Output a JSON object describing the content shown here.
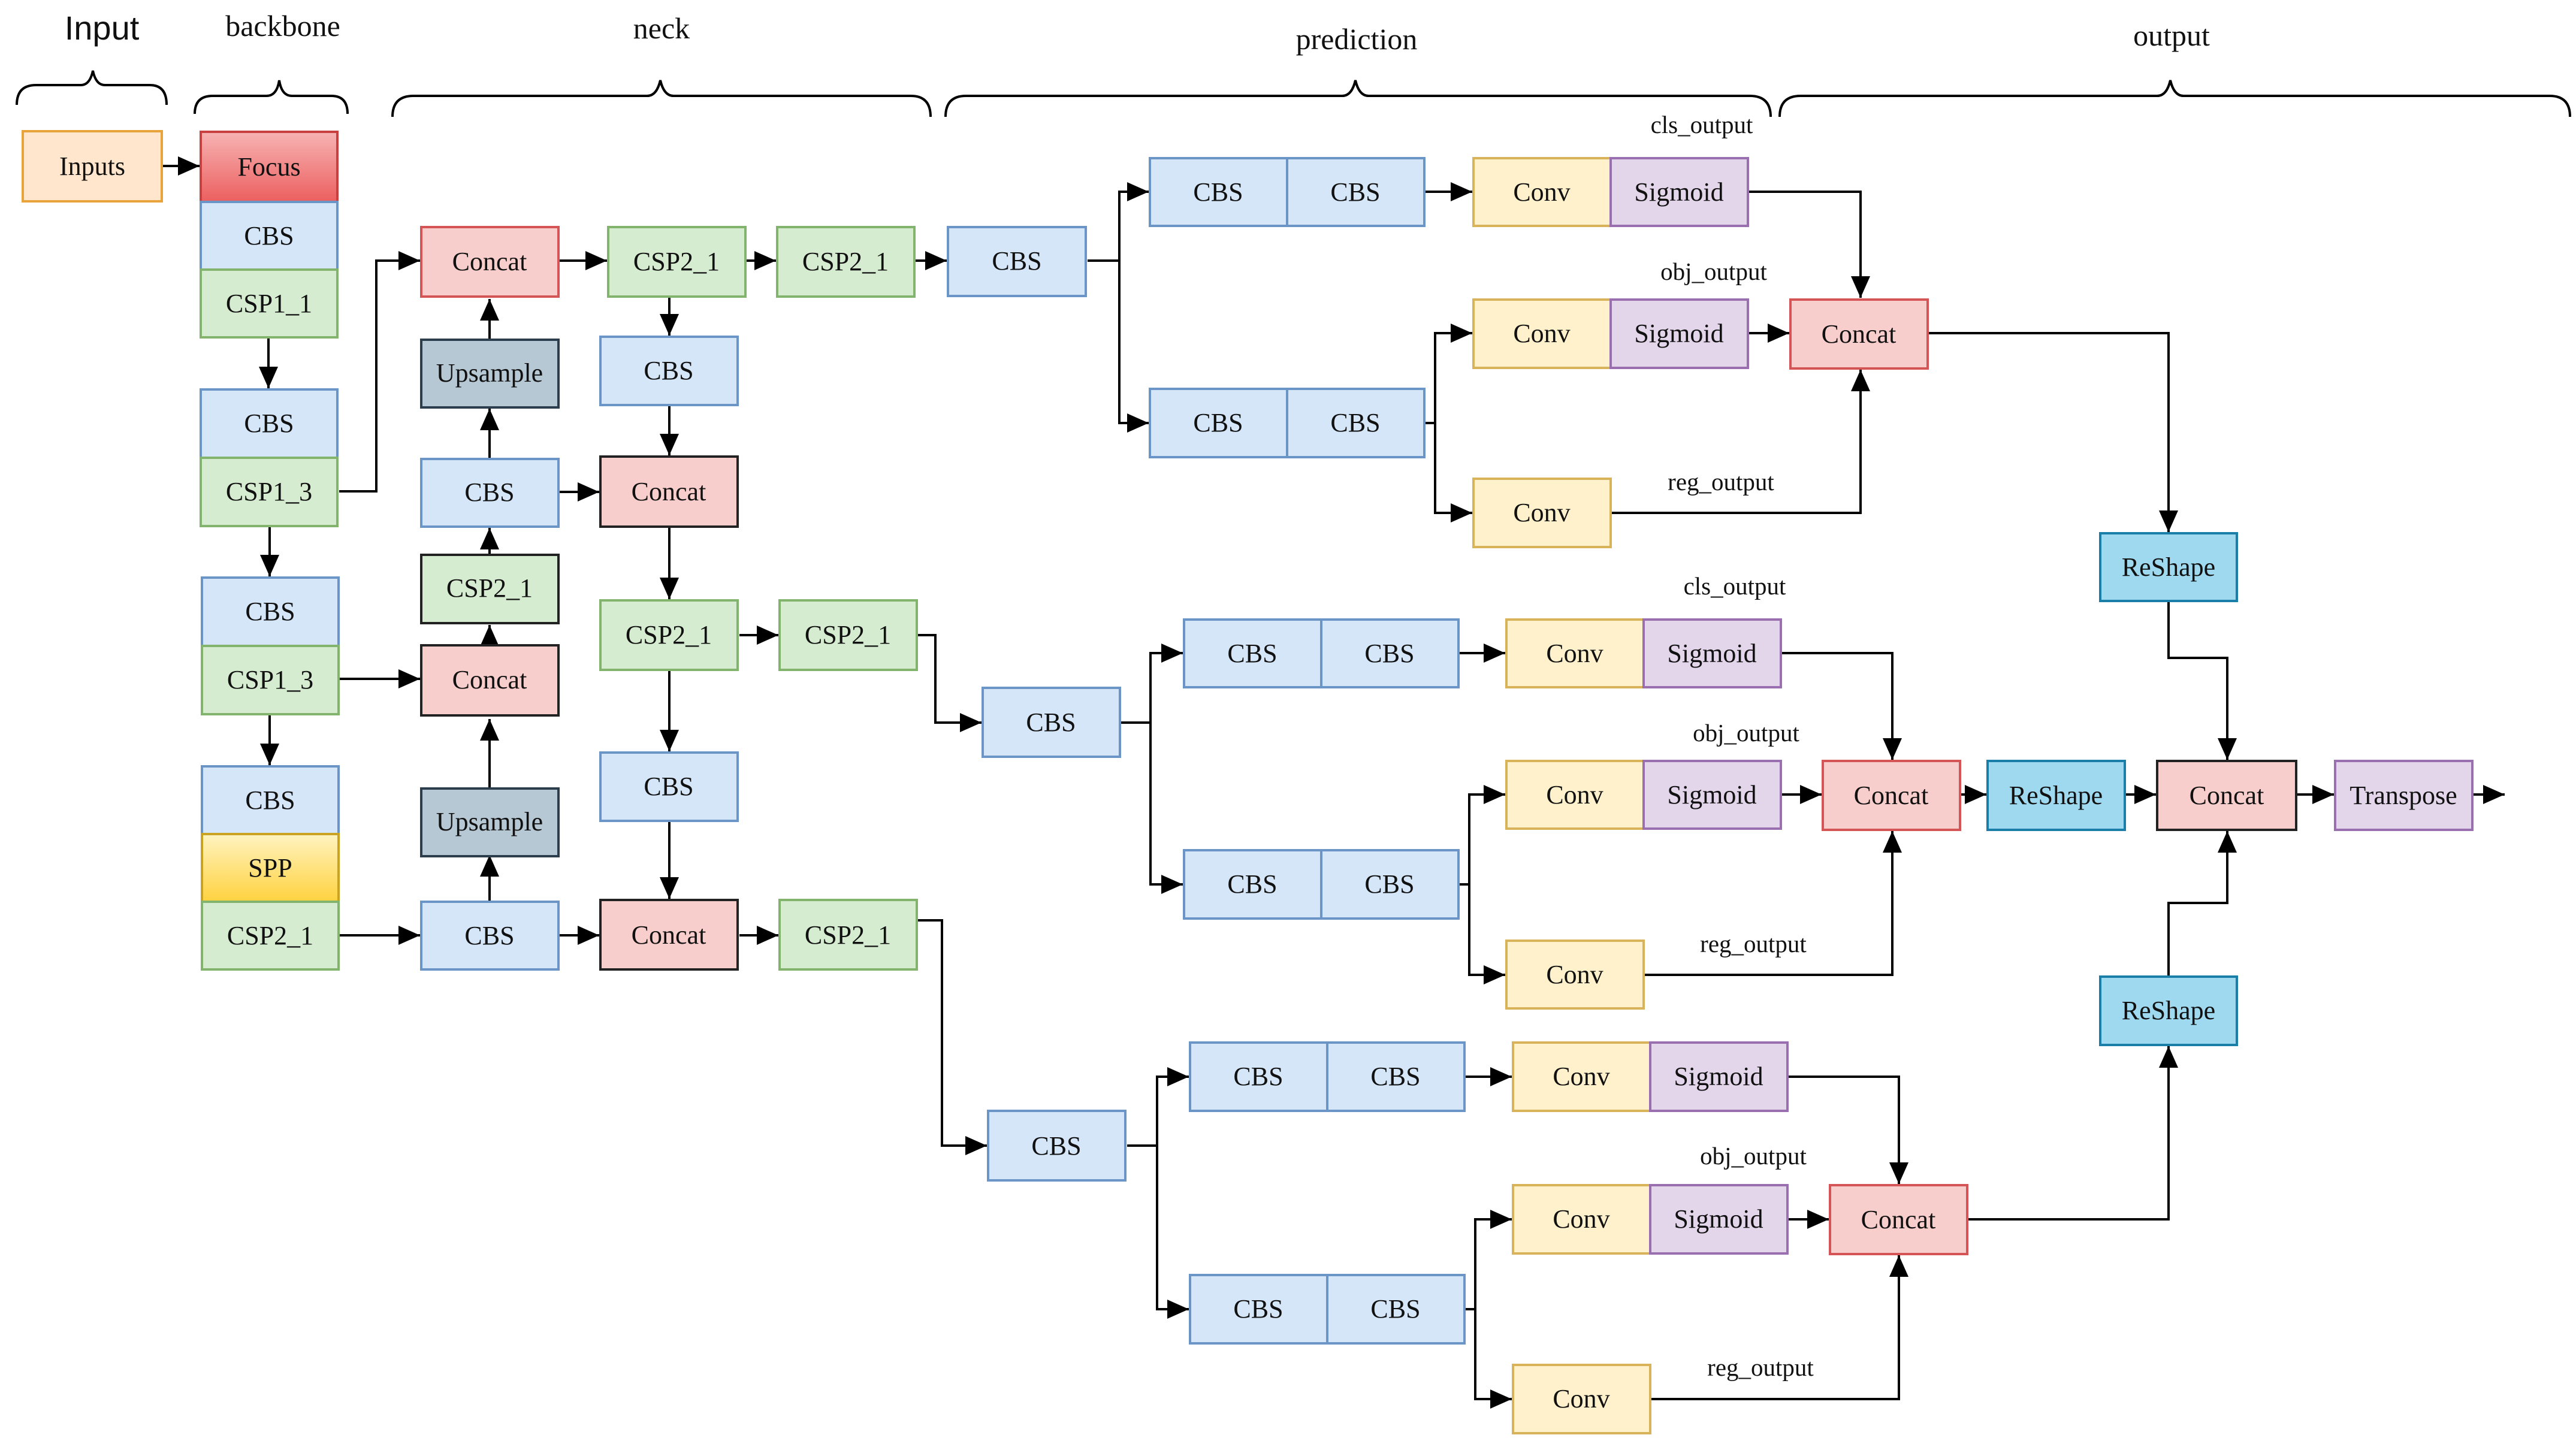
{
  "colors": {
    "input": {
      "fill": "#ffe6cc",
      "stroke": "#e8a33a"
    },
    "focus": {
      "fill": "#f27c7c",
      "stroke": "#c94040",
      "gradient_top": "#f7b3b3",
      "gradient_bottom": "#ec5f5f"
    },
    "cbs": {
      "fill": "#d4e6f8",
      "stroke": "#6c95c7"
    },
    "csp": {
      "fill": "#d5ecd0",
      "stroke": "#82b46d"
    },
    "concat": {
      "fill": "#f8cecc",
      "stroke": "#d55556"
    },
    "concat_dark": {
      "fill": "#f8cecc",
      "stroke": "#222222"
    },
    "upsample": {
      "fill": "#b6c8d4",
      "stroke": "#2c3e4d"
    },
    "spp": {
      "fill": "#ffe070",
      "stroke": "#c9a321",
      "gradient_top": "#fff3c0",
      "gradient_bottom": "#ffd23f"
    },
    "conv": {
      "fill": "#fff1cc",
      "stroke": "#d9b35a"
    },
    "sigmoid": {
      "fill": "#e3d5ea",
      "stroke": "#9a6fb0"
    },
    "reshape": {
      "fill": "#9fd9ef",
      "stroke": "#1a7fa8"
    },
    "transpose": {
      "fill": "#e3d5ea",
      "stroke": "#9a6fb0"
    }
  },
  "sections": [
    {
      "key": "input",
      "label": "Input",
      "font": "sans"
    },
    {
      "key": "backbone",
      "label": "backbone",
      "font": "serif"
    },
    {
      "key": "neck",
      "label": "neck",
      "font": "serif"
    },
    {
      "key": "prediction",
      "label": "prediction",
      "font": "serif"
    },
    {
      "key": "output",
      "label": "output",
      "font": "serif"
    }
  ],
  "input": {
    "inputs": "Inputs"
  },
  "backbone": {
    "focus": "Focus",
    "cbs1": "CBS",
    "csp1_1": "CSP1_1",
    "cbs2": "CBS",
    "csp1_3a": "CSP1_3",
    "cbs3": "CBS",
    "csp1_3b": "CSP1_3",
    "cbs4": "CBS",
    "spp": "SPP",
    "csp2_1": "CSP2_1"
  },
  "neck": {
    "concat_top": "Concat",
    "upsample_top": "Upsample",
    "cbs_left_top": "CBS",
    "csp2_1_left": "CSP2_1",
    "concat_mid_left": "Concat",
    "upsample_bottom": "Upsample",
    "cbs_left_bottom": "CBS",
    "csp2_1_top": "CSP2_1",
    "csp2_1_top2": "CSP2_1",
    "cbs_mid_top": "CBS",
    "concat_mid": "Concat",
    "csp2_1_mid": "CSP2_1",
    "csp2_1_mid2": "CSP2_1",
    "cbs_mid_bottom": "CBS",
    "concat_bottom": "Concat",
    "csp2_1_bottom": "CSP2_1"
  },
  "heads": [
    {
      "cbs_in": "CBS",
      "cls_cbs": [
        "CBS",
        "CBS"
      ],
      "reg_cbs": [
        "CBS",
        "CBS"
      ],
      "cls_conv": "Conv",
      "cls_sigmoid": "Sigmoid",
      "obj_conv": "Conv",
      "obj_sigmoid": "Sigmoid",
      "reg_conv": "Conv",
      "concat": "Concat",
      "cls_label": "cls_output",
      "obj_label": "obj_output",
      "reg_label": "reg_output"
    },
    {
      "cbs_in": "CBS",
      "cls_cbs": [
        "CBS",
        "CBS"
      ],
      "reg_cbs": [
        "CBS",
        "CBS"
      ],
      "cls_conv": "Conv",
      "cls_sigmoid": "Sigmoid",
      "obj_conv": "Conv",
      "obj_sigmoid": "Sigmoid",
      "reg_conv": "Conv",
      "concat": "Concat",
      "cls_label": "cls_output",
      "obj_label": "obj_output",
      "reg_label": "reg_output"
    },
    {
      "cbs_in": "CBS",
      "cls_cbs": [
        "CBS",
        "CBS"
      ],
      "reg_cbs": [
        "CBS",
        "CBS"
      ],
      "cls_conv": "Conv",
      "cls_sigmoid": "Sigmoid",
      "obj_conv": "Conv",
      "obj_sigmoid": "Sigmoid",
      "reg_conv": "Conv",
      "concat": "Concat",
      "cls_label": "",
      "obj_label": "obj_output",
      "reg_label": "reg_output"
    }
  ],
  "output": {
    "reshape_top": "ReShape",
    "reshape_mid": "ReShape",
    "reshape_bottom": "ReShape",
    "concat": "Concat",
    "transpose": "Transpose"
  }
}
